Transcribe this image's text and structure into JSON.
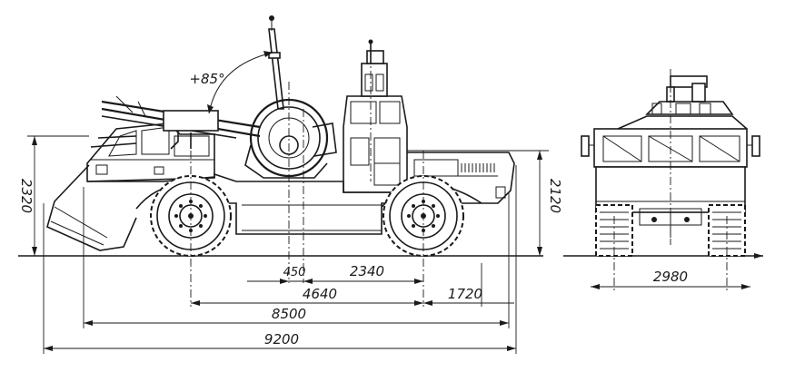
{
  "drawing": {
    "angle": "+85°",
    "dims": {
      "height_cab": "2320",
      "height_rear": "2120",
      "wheel_offset": "450",
      "mount_to_rear_axle": "2340",
      "wheelbase": "4640",
      "rear_overhang": "1720",
      "body_length": "8500",
      "overall_length": "9200",
      "track_width": "2980"
    }
  }
}
